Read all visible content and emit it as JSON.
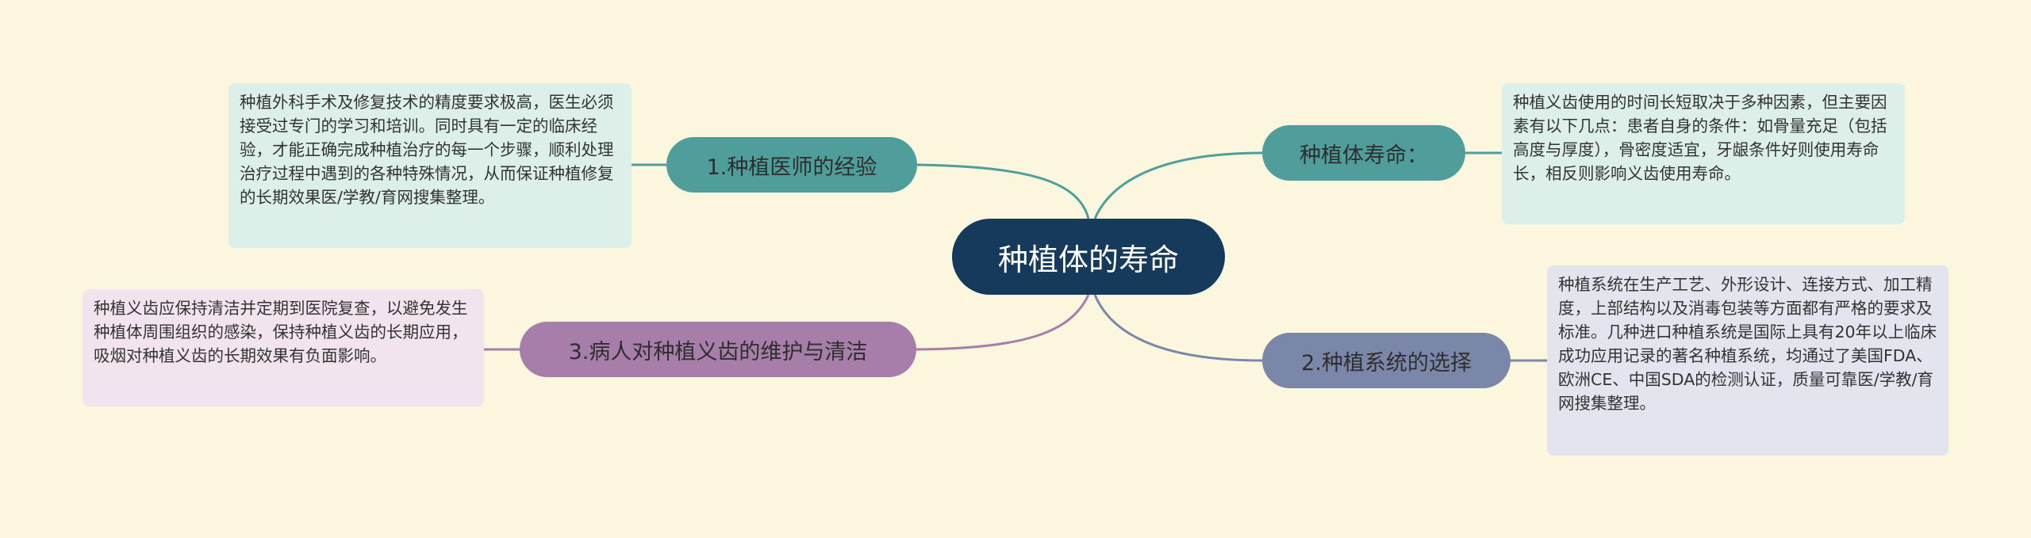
{
  "root": {
    "label": "种植体的寿命"
  },
  "colors": {
    "background": "#fbf6de",
    "root": "#163a5c",
    "teal": "#4f9e9c",
    "purple": "#a77daa",
    "slate": "#7b87a9"
  },
  "branches": [
    {
      "label": "1.种植医师的经验",
      "note": "种植外科手术及修复技术的精度要求极高，医生必须接受过专门的学习和培训。同时具有一定的临床经验，才能正确完成种植治疗的每一个步骤，顺利处理治疗过程中遇到的各种特殊情况，从而保证种植修复的长期效果医/学教/育网搜集整理。"
    },
    {
      "label": "种植体寿命：",
      "note": "种植义齿使用的时间长短取决于多种因素，但主要因素有以下几点：患者自身的条件：如骨量充足（包括高度与厚度），骨密度适宜，牙龈条件好则使用寿命长，相反则影响义齿使用寿命。"
    },
    {
      "label": "3.病人对种植义齿的维护与清洁",
      "note": "种植义齿应保持清洁并定期到医院复查，以避免发生种植体周围组织的感染，保持种植义齿的长期应用，吸烟对种植义齿的长期效果有负面影响。"
    },
    {
      "label": "2.种植系统的选择",
      "note": "种植系统在生产工艺、外形设计、连接方式、加工精度，上部结构以及消毒包装等方面都有严格的要求及标准。几种进口种植系统是国际上具有20年以上临床成功应用记录的著名种植系统，均通过了美国FDA、欧洲CE、中国SDA的检测认证，质量可靠医/学教/育网搜集整理。"
    }
  ]
}
